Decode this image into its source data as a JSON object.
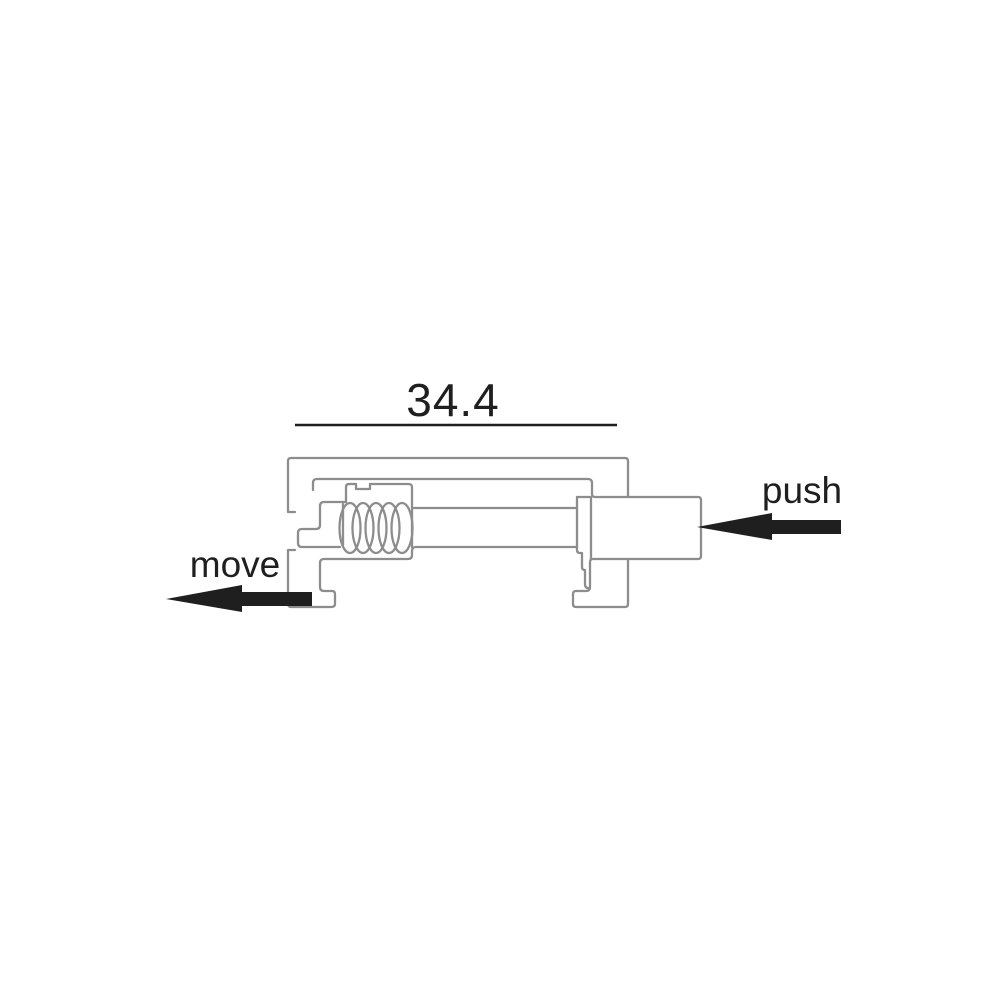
{
  "diagram": {
    "title_dimension": "34.4",
    "push_label": "push",
    "move_label": "move",
    "line_color": "#8d8d8d",
    "ink_color": "#1f1f1f",
    "background_color": "#ffffff"
  }
}
